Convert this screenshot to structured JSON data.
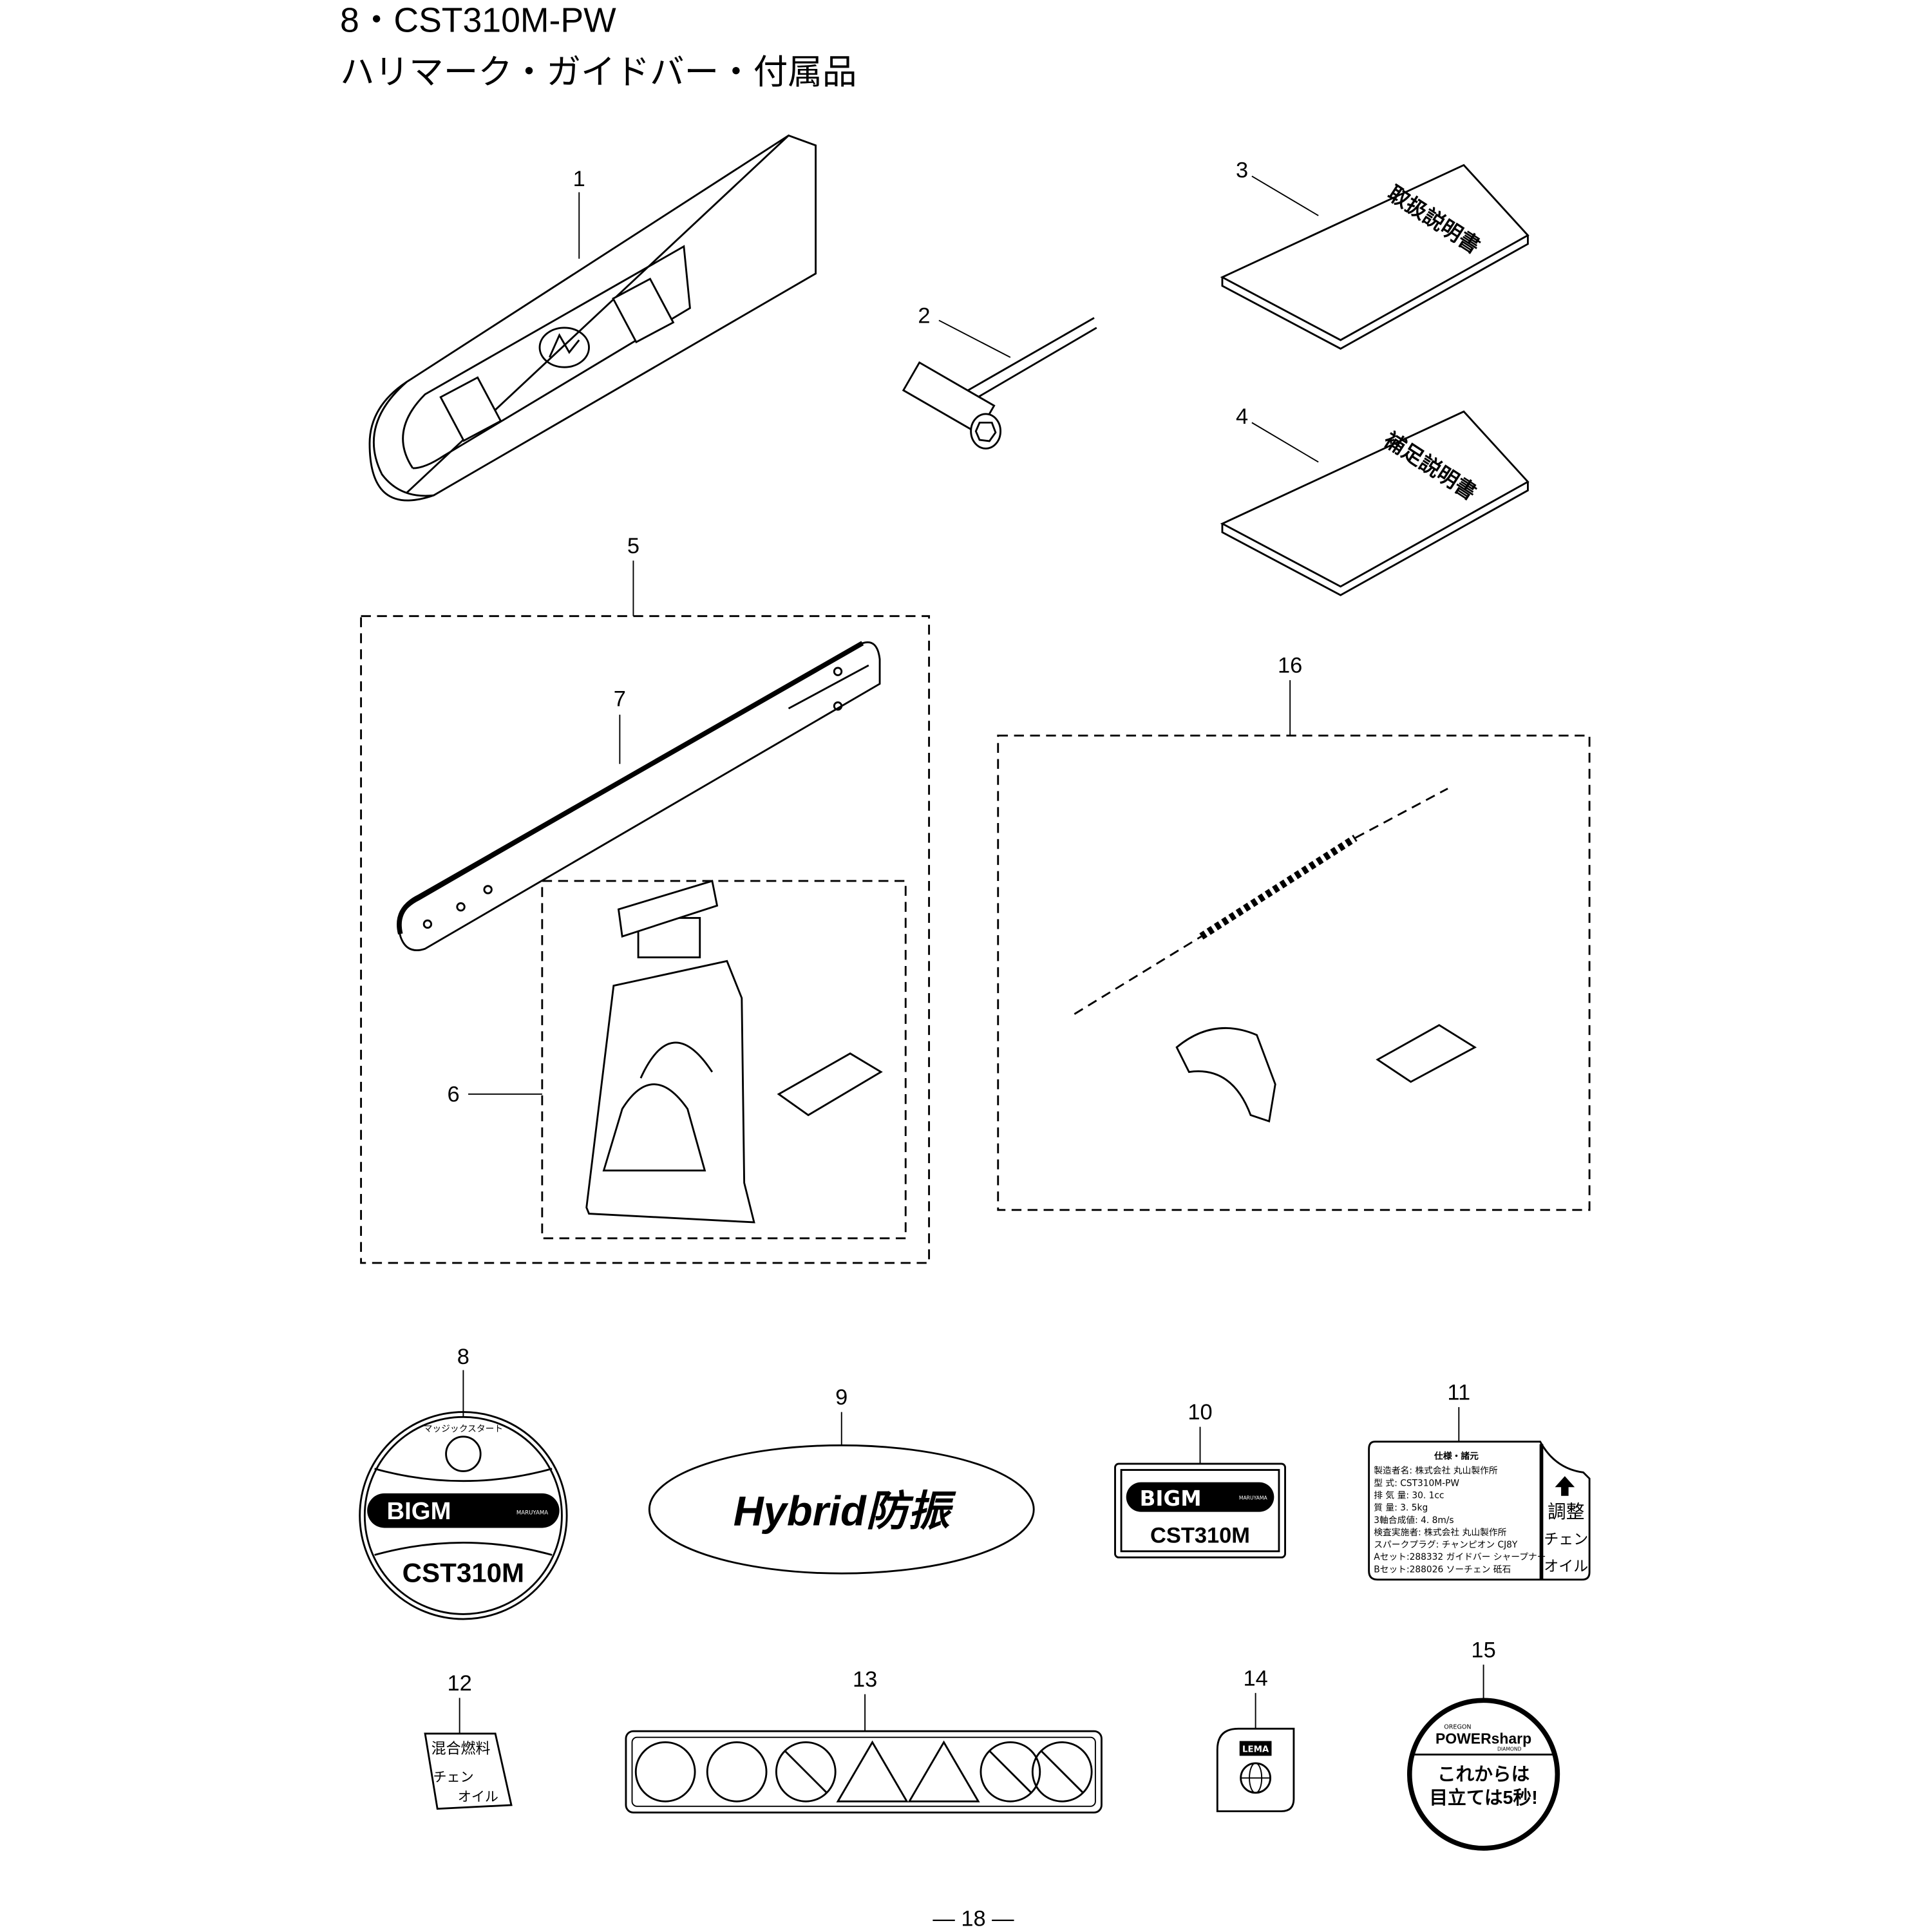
{
  "header": {
    "title_line1": "8・CST310M-PW",
    "title_line2": "ハリマーク・ガイドバー・付属品"
  },
  "callouts": [
    "1",
    "2",
    "3",
    "4",
    "5",
    "6",
    "7",
    "8",
    "9",
    "10",
    "11",
    "12",
    "13",
    "14",
    "15",
    "16"
  ],
  "parts": {
    "manual_3": "取扱説明書",
    "manual_4": "補足説明書",
    "label_8": {
      "top": "マッジックスタート",
      "logo": "BIGM",
      "brand": "MARUYAMA",
      "model": "CST310M"
    },
    "label_9": {
      "text": "Hybrid防振"
    },
    "label_10": {
      "logo": "BIGM",
      "brand": "MARUYAMA",
      "model": "CST310M"
    },
    "label_11": {
      "heading": "仕様・諸元",
      "lines": [
        "製造者名:  株式会社  丸山製作所",
        "型     式:  CST310M-PW",
        "排 気 量:  30. 1cc",
        "質     量:  3. 5kg",
        "3軸合成値:  4. 8m/s",
        "検査実施者:  株式会社  丸山製作所",
        "スパークプラグ:  チャンピオン CJ8Y",
        "Aセット:288332 ガイドバー シャープナー",
        "Bセット:288026 ソーチェン 砥石"
      ],
      "side_top": "調整",
      "side_mid": "チェン",
      "side_bottom": "オイル"
    },
    "label_12": {
      "line1": "混合燃料",
      "line2": "チェン",
      "line3": "オイル"
    },
    "label_14": {
      "text": "LEMA"
    },
    "label_15": {
      "brand_small": "OREGON",
      "brand": "POWERsharp",
      "sub": "DIAMOND",
      "line1": "これからは",
      "line2": "目立ては5秒!"
    }
  },
  "footer": {
    "page": "— 18 —"
  }
}
